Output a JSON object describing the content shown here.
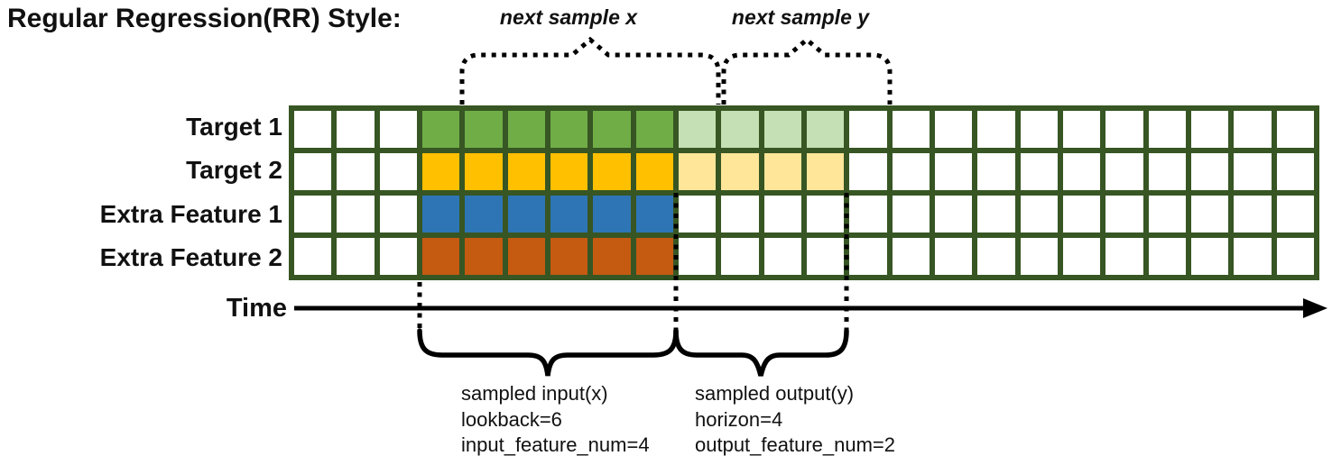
{
  "title": "Regular Regression(RR) Style:",
  "colors": {
    "grid_border": "#375623",
    "cell_background": "#FFFFFF",
    "target1_input": "#70AD47",
    "target1_output": "#C5E0B4",
    "target2_input": "#FFC000",
    "target2_output": "#FFE699",
    "extra_feature1_input": "#2E75B6",
    "extra_feature2_input": "#C55A11",
    "annotation": "#000000"
  },
  "grid": {
    "columns": 24,
    "rows": [
      {
        "label": "Target 1",
        "segments": [
          {
            "start": 3,
            "count": 6,
            "color": "#70AD47"
          },
          {
            "start": 9,
            "count": 4,
            "color": "#C5E0B4"
          }
        ]
      },
      {
        "label": "Target 2",
        "segments": [
          {
            "start": 3,
            "count": 6,
            "color": "#FFC000"
          },
          {
            "start": 9,
            "count": 4,
            "color": "#FFE699"
          }
        ]
      },
      {
        "label": "Extra Feature 1",
        "segments": [
          {
            "start": 3,
            "count": 6,
            "color": "#2E75B6"
          }
        ]
      },
      {
        "label": "Extra Feature 2",
        "segments": [
          {
            "start": 3,
            "count": 6,
            "color": "#C55A11"
          }
        ]
      }
    ]
  },
  "annotations": {
    "next_sample_x": "next sample x",
    "next_sample_y": "next sample y",
    "time_label": "Time",
    "input_lines": [
      "sampled input(x)",
      "lookback=6",
      "input_feature_num=4"
    ],
    "output_lines": [
      "sampled output(y)",
      "horizon=4",
      "output_feature_num=2"
    ]
  }
}
